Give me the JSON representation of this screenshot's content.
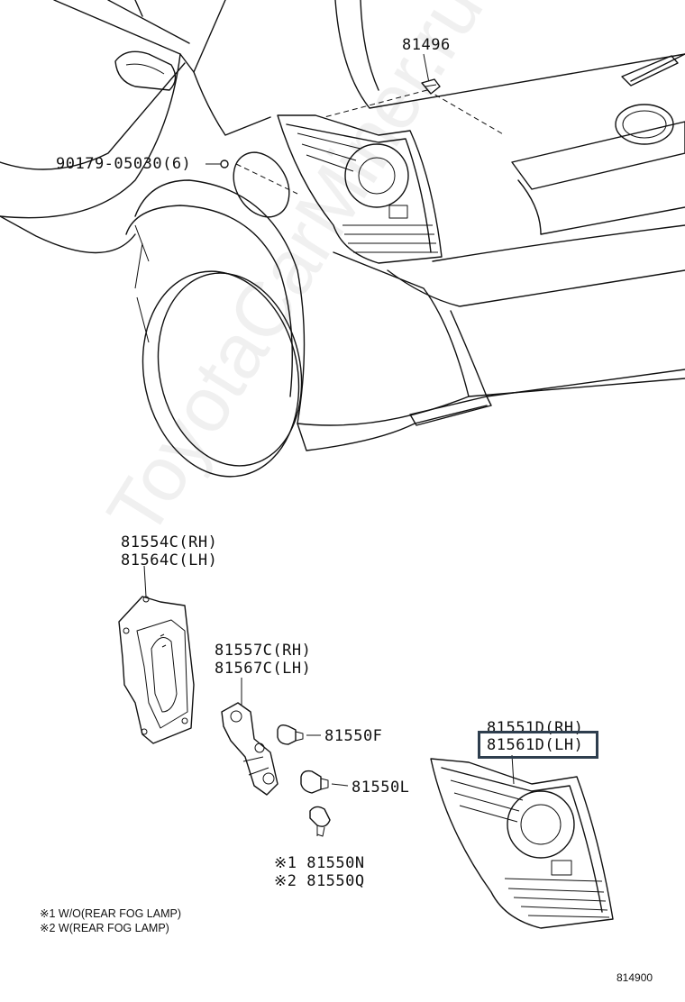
{
  "watermark": "ToyotaCarMiner.ru",
  "diagram_code": "814900",
  "highlight_color": "#2e3e4e",
  "parts": {
    "clip": "81496",
    "screw": "90179-05030(6)",
    "socket_cover_rh": "81554C(RH)",
    "socket_cover_lh": "81564C(LH)",
    "socket_rh": "81557C(RH)",
    "socket_lh": "81567C(LH)",
    "bulb_f": "81550F",
    "bulb_l": "81550L",
    "bulb_n": "※1 81550N",
    "bulb_q": "※2 81550Q",
    "lamp_rh": "81551D(RH)",
    "lamp_lh": "81561D(LH)"
  },
  "notes": {
    "note1": "※1 W/O(REAR FOG LAMP)",
    "note2": "※2 W(REAR FOG LAMP)"
  }
}
